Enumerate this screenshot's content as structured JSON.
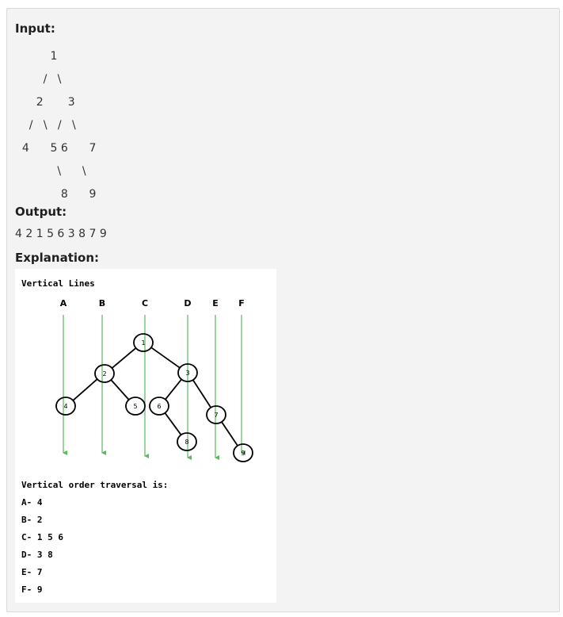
{
  "labels": {
    "input": "Input:",
    "output": "Output:",
    "explanation": "Explanation:"
  },
  "input_tree_lines": [
    "          1",
    "        /   \\",
    "      2       3",
    "    /   \\   /   \\",
    "  4      5 6      7",
    "            \\      \\",
    "             8      9"
  ],
  "output_text": "4 2 1 5 6 3 8 7 9",
  "figure": {
    "title": "Vertical Lines",
    "columns": [
      "A",
      "B",
      "C",
      "D",
      "E",
      "F"
    ],
    "nodes": [
      "1",
      "2",
      "3",
      "4",
      "5",
      "6",
      "7",
      "8",
      "9"
    ],
    "traversal_title": "Vertical order traversal is:",
    "traversal": [
      "A- 4",
      "B- 2",
      "C- 1 5 6",
      "D- 3 8",
      "E- 7",
      "F- 9"
    ],
    "line_color": "#5cb85c"
  }
}
